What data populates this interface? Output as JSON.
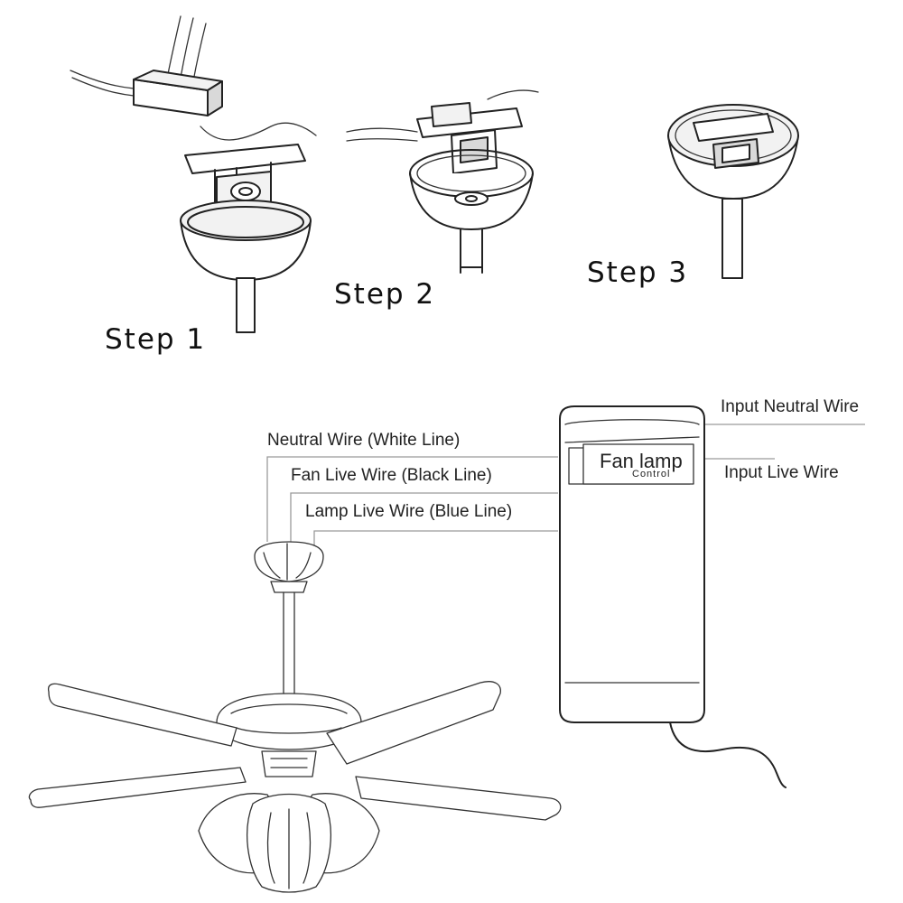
{
  "steps": [
    {
      "label": "Step 1"
    },
    {
      "label": "Step 2"
    },
    {
      "label": "Step 3"
    }
  ],
  "wiring": {
    "neutral_wire": "Neutral Wire (White Line)",
    "fan_live_wire": "Fan Live Wire (Black Line)",
    "lamp_live_wire": "Lamp Live Wire (Blue Line)",
    "input_neutral_wire": "Input Neutral Wire",
    "input_live_wire": "Input Live Wire"
  },
  "controller": {
    "title": "Fan lamp",
    "subtitle": "Control"
  }
}
